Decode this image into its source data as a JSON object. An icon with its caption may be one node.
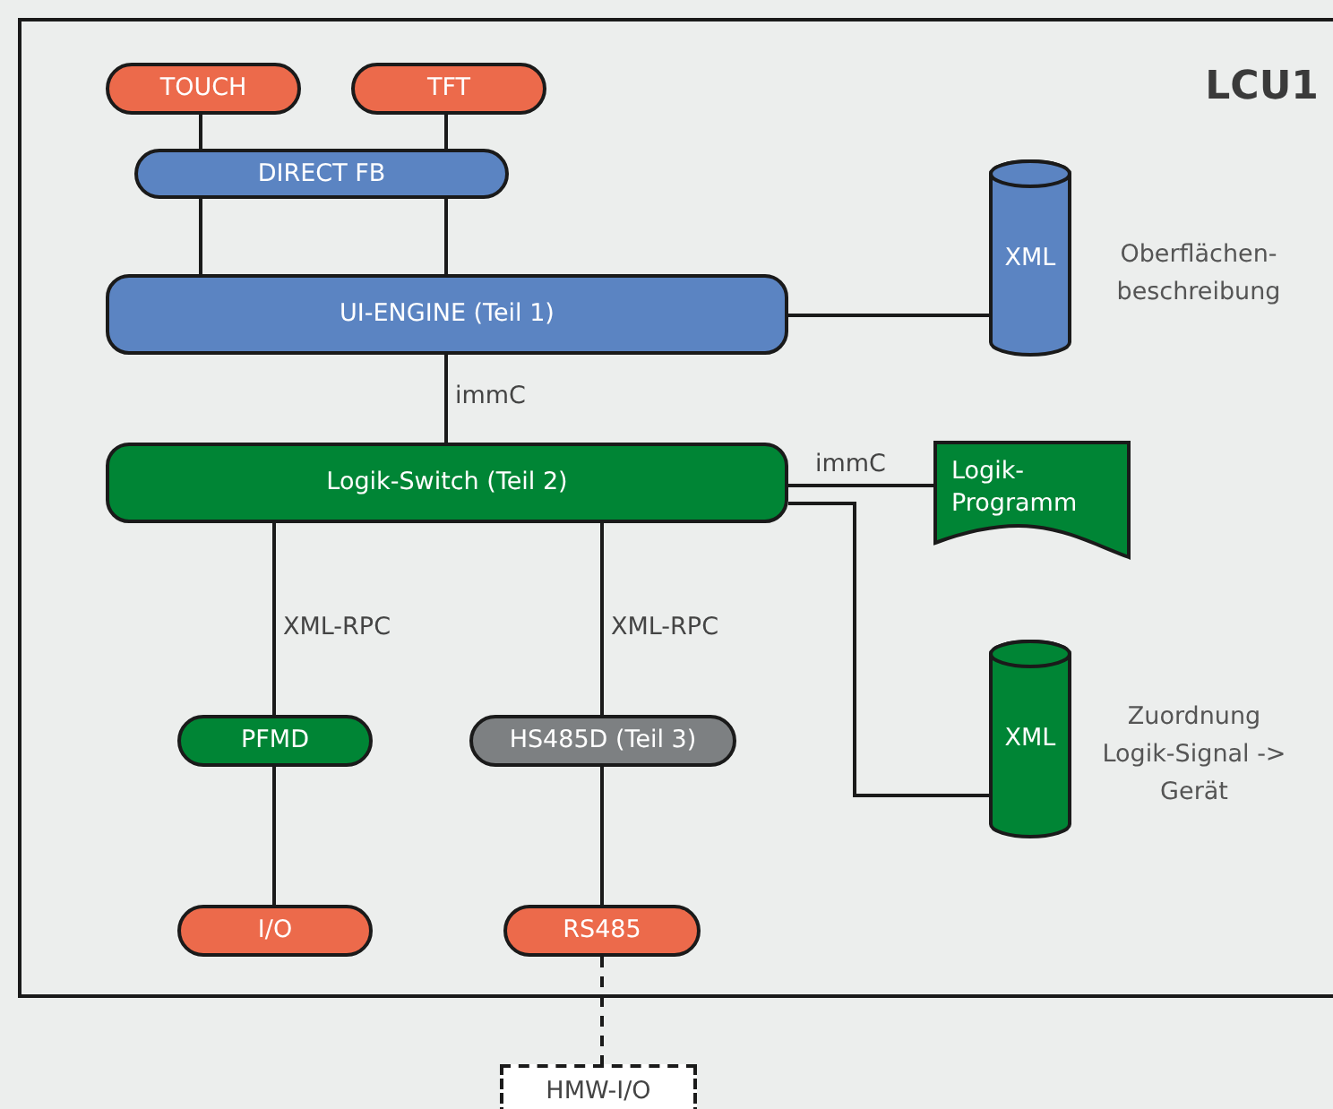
{
  "diagram": {
    "nodes": [
      {
        "text": [
          "LCU1"
        ]
      },
      {
        "text": [
          "TOUCH"
        ],
        "in": 0
      },
      {
        "text": [
          "TFT"
        ],
        "in": 0
      },
      {
        "text": [
          "DIRECT FB"
        ],
        "in": 0
      },
      {
        "text": [
          "UI-ENGINE (Teil 1)"
        ],
        "in": 0
      },
      {
        "text": [
          "XML"
        ],
        "in": 0,
        "beside": [
          "Oberflächen- beschreibung"
        ]
      },
      {
        "text": [
          "Logik-Switch (Teil 2)"
        ],
        "in": 0
      },
      {
        "text": [
          "Logik- Programm"
        ],
        "in": 0
      },
      {
        "text": [
          "XML"
        ],
        "in": 0,
        "beside": [
          "Zuordnung Logik-Signal -> Gerät"
        ]
      },
      {
        "text": [
          "PFMD"
        ],
        "in": 0
      },
      {
        "text": [
          "HS485D (Teil 3)"
        ],
        "in": 0
      },
      {
        "text": [
          "I/O"
        ],
        "in": 0
      },
      {
        "text": [
          "RS485"
        ],
        "in": 0
      },
      {
        "text": [
          "HMW-I/O"
        ]
      }
    ],
    "edges": [
      {
        "from": 1,
        "to": 3,
        "arrow": "none"
      },
      {
        "from": 2,
        "to": 3,
        "arrow": "none"
      },
      {
        "from": 3,
        "to": 4,
        "arrow": "none"
      },
      {
        "from": 3,
        "to": 4,
        "arrow": "none"
      },
      {
        "from": 4,
        "to": 5,
        "arrow": "none"
      },
      {
        "from": 4,
        "to": 6,
        "arrow": "none",
        "label": "immC"
      },
      {
        "from": 6,
        "to": 7,
        "arrow": "none",
        "label": "immC"
      },
      {
        "from": 6,
        "to": 8,
        "arrow": "none"
      },
      {
        "from": 6,
        "to": 9,
        "arrow": "none",
        "label": "XML-RPC"
      },
      {
        "from": 6,
        "to": 10,
        "arrow": "none",
        "label": "XML-RPC"
      },
      {
        "from": 9,
        "to": 11,
        "arrow": "none"
      },
      {
        "from": 10,
        "to": 12,
        "arrow": "none"
      },
      {
        "from": 12,
        "to": 13,
        "arrow": "none",
        "style": "dashed"
      }
    ]
  }
}
